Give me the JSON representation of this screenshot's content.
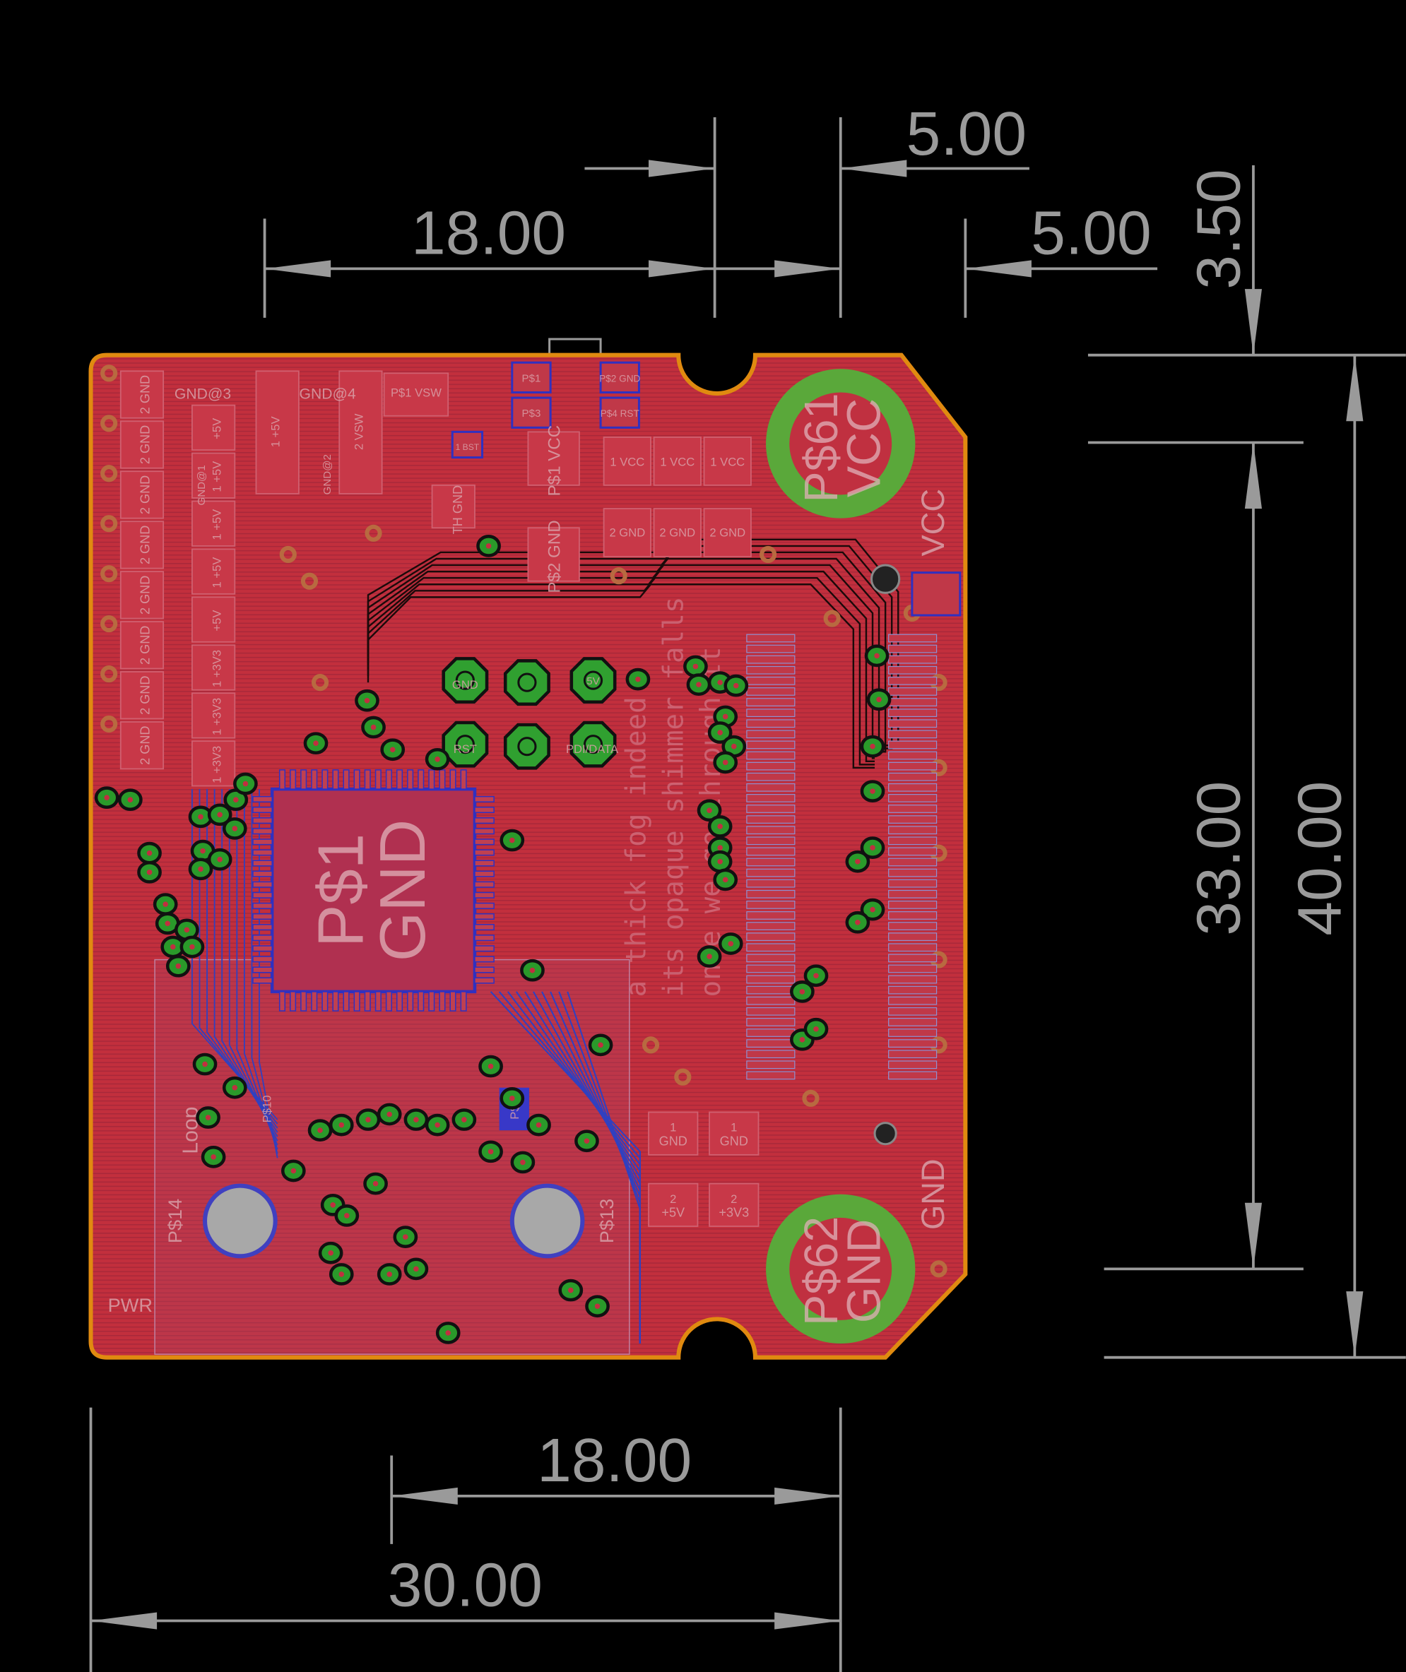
{
  "dimensions": {
    "top_18": "18.00",
    "top_5a": "5.00",
    "top_5b": "5.00",
    "right_3_5": "3.50",
    "right_33": "33.00",
    "right_40": "40.00",
    "bottom_18": "18.00",
    "bottom_30": "30.00"
  },
  "board": {
    "colors": {
      "copper": "#c0303c",
      "outline": "#e08a10",
      "via": "#30a030",
      "bottom": "#3030c0"
    },
    "left_pads": [
      "2 GND",
      "2 GND",
      "2 GND",
      "2 GND",
      "2 GND",
      "2 GND",
      "2 GND",
      "2 GND"
    ],
    "power_pads": [
      "+5V",
      "1 +5V",
      "1 +5V",
      "1 +5V",
      "+5V",
      "1 +3V3",
      "1 +3V3",
      "1 +3V3"
    ],
    "top_labels": {
      "gnd3": "GND@3",
      "gnd4": "GND@4",
      "p1_vsw": "P$1 VSW",
      "vsw2": "2 VSW",
      "plus5v": "1 +5V",
      "gnd1": "GND@1",
      "gnd2": "GND@2",
      "p1": "P$1",
      "p3": "P$3",
      "p2gnd": "P$2 GND",
      "p4rst": "P$4 RST",
      "th_gnd": "TH GND",
      "bst": "1 BST"
    },
    "vcc_pads": [
      "1 VCC",
      "1 VCC",
      "1 VCC"
    ],
    "gnd_pads": [
      "2 GND",
      "2 GND",
      "2 GND"
    ],
    "p1_vcc": "P$1 VCC",
    "p2_gnd": "P$2 GND",
    "mount_top": {
      "name": "P$61",
      "net": "VCC"
    },
    "mount_bottom": {
      "name": "P$62",
      "net": "GND"
    },
    "edge_vcc": "VCC",
    "edge_gnd": "GND",
    "header": {
      "gnd": "GND",
      "rst": "RST",
      "pdi": "PDI/DATA",
      "v": "5V"
    },
    "chip": {
      "name": "P$1",
      "net": "GND"
    },
    "bottom_pads": [
      {
        "num": "1",
        "net": "GND"
      },
      {
        "num": "1",
        "net": "GND"
      },
      {
        "num": "2",
        "net": "+5V"
      },
      {
        "num": "2",
        "net": "+3V3"
      }
    ],
    "p14": "P$14",
    "p13": "P$13",
    "p10": "P$10",
    "p9": "P$9",
    "pwr": "PWR",
    "loop": "Loop",
    "fog_lines": [
      "a thick fog indeed",
      "its opaque shimmer falls",
      "once we go through it"
    ]
  }
}
